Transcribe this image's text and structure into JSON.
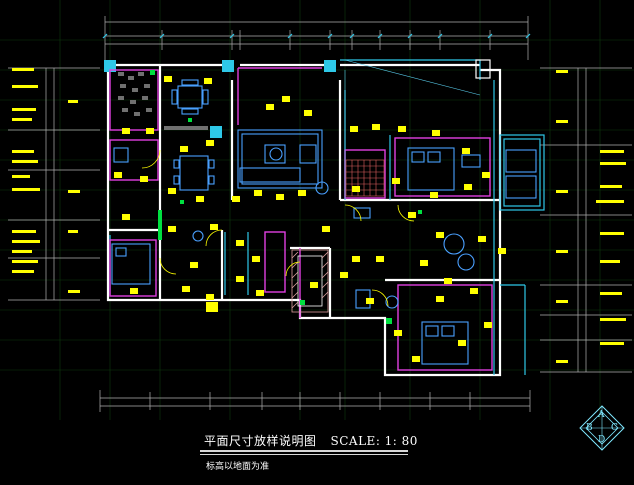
{
  "drawing": {
    "title": "平面尺寸放样说明图",
    "scale": "SCALE: 1: 80",
    "subtitle": "标高以地面为准",
    "compass_letters": {
      "top": "A",
      "left": "B",
      "right": "C",
      "bottom": "D"
    }
  },
  "colors": {
    "background": "#000000",
    "grid": "#0c3a0c",
    "wall": "#ffffff",
    "cyan": "#2ec8e8",
    "magenta": "#e040e0",
    "yellow": "#ffff00",
    "green": "#00e040",
    "furniture": "#4aa0ff",
    "dim": "#b0b0b0"
  },
  "icons": [
    "north-compass-icon",
    "furniture-icon",
    "door-swing-icon"
  ]
}
